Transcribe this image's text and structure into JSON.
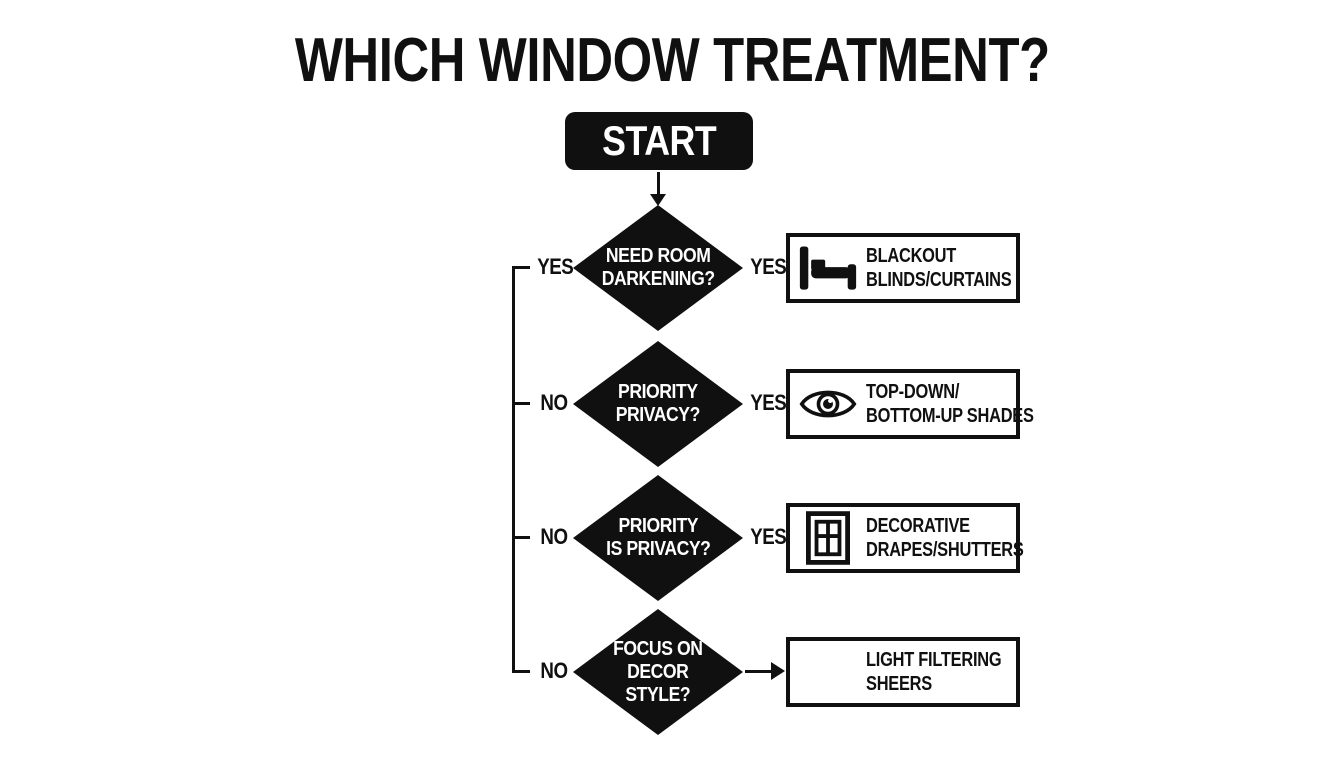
{
  "title": "WHICH WINDOW TREATMENT?",
  "start": {
    "label": "START"
  },
  "colors": {
    "ink": "#101010",
    "bg": "#ffffff"
  },
  "rows": [
    {
      "id": "need-room-darkening",
      "left_label": "YES",
      "question": [
        "NEED ROOM",
        "DARKENING?"
      ],
      "right_label": "YES",
      "result": {
        "icon": "bed-icon",
        "lines": [
          "BLACKOUT",
          "BLINDS/CURTAINS"
        ]
      }
    },
    {
      "id": "priority-privacy",
      "left_label": "NO",
      "question": [
        "PRIORITY",
        "PRIVACY?"
      ],
      "right_label": "YES",
      "result": {
        "icon": "eye-icon",
        "lines": [
          "TOP-DOWN/",
          "BOTTOM-UP SHADES"
        ]
      }
    },
    {
      "id": "priority-is-privacy",
      "left_label": "NO",
      "question": [
        "PRIORITY",
        "IS PRIVACY?"
      ],
      "right_label": "YES",
      "result": {
        "icon": "window-icon",
        "lines": [
          "DECORATIVE",
          "DRAPES/SHUTTERS"
        ]
      }
    },
    {
      "id": "focus-on-decor-style",
      "left_label": "NO",
      "question": [
        "FOCUS ON",
        "DECOR",
        "STYLE?"
      ],
      "right_connector": "arrow-right",
      "result": {
        "icon": "none",
        "lines": [
          "LIGHT FILTERING",
          "SHEERS"
        ]
      }
    }
  ]
}
